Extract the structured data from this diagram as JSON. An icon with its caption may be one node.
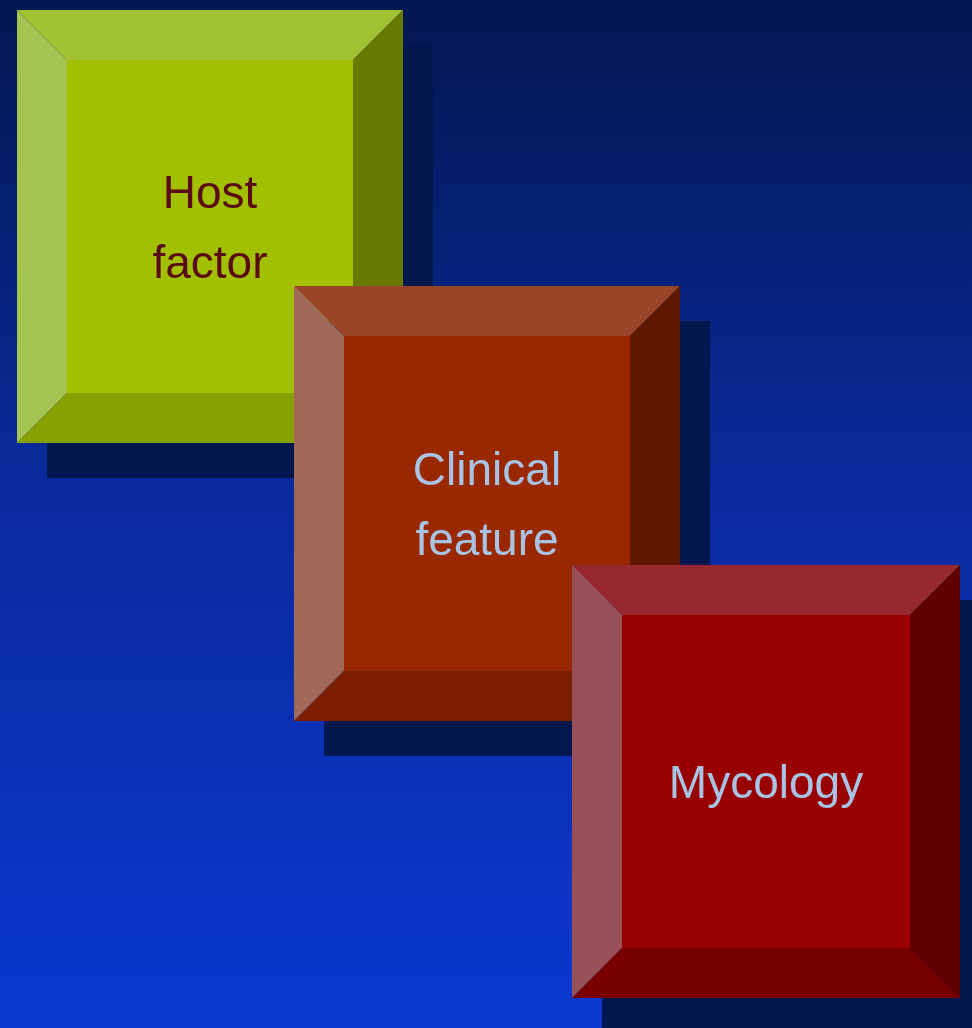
{
  "diagram": {
    "nodes": [
      {
        "text": [
          "Host factor"
        ]
      },
      {
        "text": [
          "Clinical feature"
        ]
      },
      {
        "text": [
          "Mycology"
        ]
      }
    ]
  }
}
